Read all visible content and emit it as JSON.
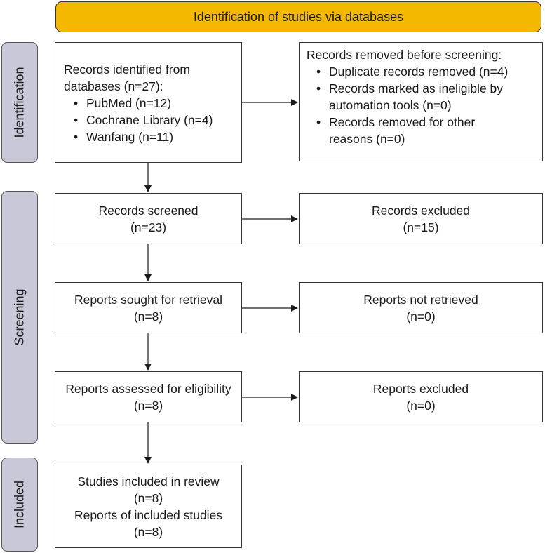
{
  "header": {
    "title": "Identification of studies via databases"
  },
  "phases": {
    "identification": "Identification",
    "screening": "Screening",
    "included": "Included"
  },
  "identified": {
    "line1": "Records identified from",
    "line2": "databases (n=27):",
    "items": [
      "PubMed (n=12)",
      "Cochrane Library (n=4)",
      "Wanfang (n=11)"
    ]
  },
  "removed": {
    "title": "Records removed before screening:",
    "items": [
      {
        "line1": "Duplicate records removed (n=4)",
        "line2": ""
      },
      {
        "line1": "Records marked as ineligible by",
        "line2": "automation tools (n=0)"
      },
      {
        "line1": "Records removed for other",
        "line2": "reasons (n=0)"
      }
    ]
  },
  "screened": {
    "label": "Records screened",
    "count": "(n=23)"
  },
  "excluded": {
    "label": "Records excluded",
    "count": "(n=15)"
  },
  "sought": {
    "label": "Reports sought for retrieval",
    "count": "(n=8)"
  },
  "not_retrieved": {
    "label": "Reports not retrieved",
    "count": "(n=0)"
  },
  "assessed": {
    "label": "Reports assessed for eligibility",
    "count": "(n=8)"
  },
  "reports_excluded": {
    "label": "Reports excluded",
    "count": "(n=0)"
  },
  "included": {
    "line1": "Studies included in review",
    "line2": "(n=8)",
    "line3": "Reports of included studies",
    "line4": "(n=8)"
  }
}
